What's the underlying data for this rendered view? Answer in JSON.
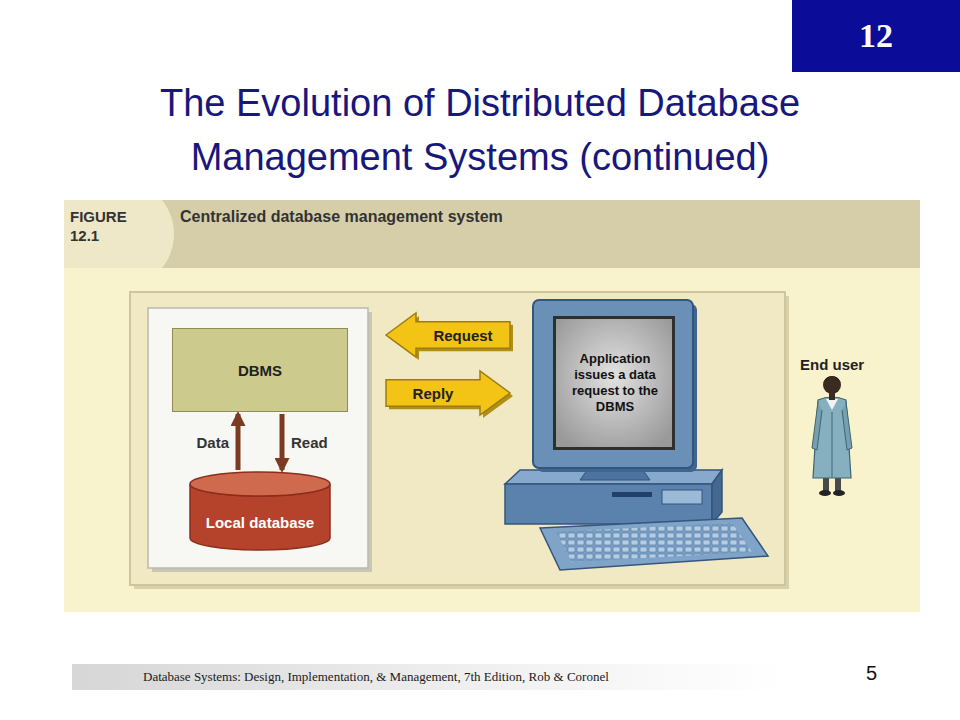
{
  "diagram": {
    "title": "The Evolution of Distributed Database Management Systems (continued)",
    "nodes": [
      {
        "text": [
          "12"
        ]
      },
      {
        "text": [
          "FIGURE 12.1",
          "Centralized database management system"
        ]
      },
      {
        "text": [
          "DBMS"
        ]
      },
      {
        "text": [
          "Request"
        ]
      },
      {
        "text": [
          "Reply"
        ]
      },
      {
        "text": [
          "Application issues a data request to the DBMS"
        ]
      },
      {
        "text": [
          "Local database"
        ]
      },
      {
        "text": [
          "Database Systems: Design, Implementation, & Management, 7th Edition, Rob & Coronel"
        ]
      }
    ],
    "edges": [
      {
        "from": 6,
        "to": 2,
        "label": "Data",
        "arrow": "to"
      },
      {
        "from": 2,
        "to": 6,
        "label": "Read",
        "arrow": "to"
      }
    ],
    "labels": [
      "End user",
      "5"
    ]
  }
}
